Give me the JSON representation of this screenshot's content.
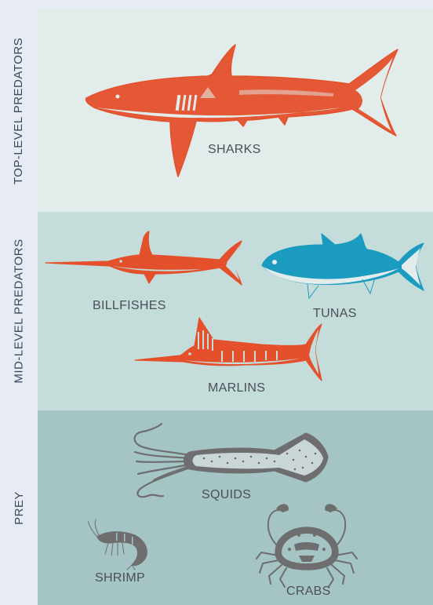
{
  "sections": {
    "top": {
      "label": "TOP-LEVEL PREDATORS"
    },
    "mid": {
      "label": "MID-LEVEL PREDATORS"
    },
    "prey": {
      "label": "PREY"
    }
  },
  "animals": {
    "sharks": "SHARKS",
    "billfishes": "BILLFISHES",
    "tunas": "TUNAS",
    "marlins": "MARLINS",
    "squids": "SQUIDS",
    "shrimp": "SHRIMP",
    "crabs": "CRABS"
  },
  "colors": {
    "predator": "#e4502c",
    "tuna": "#1b9bc0",
    "prey": "#6e6e70"
  }
}
